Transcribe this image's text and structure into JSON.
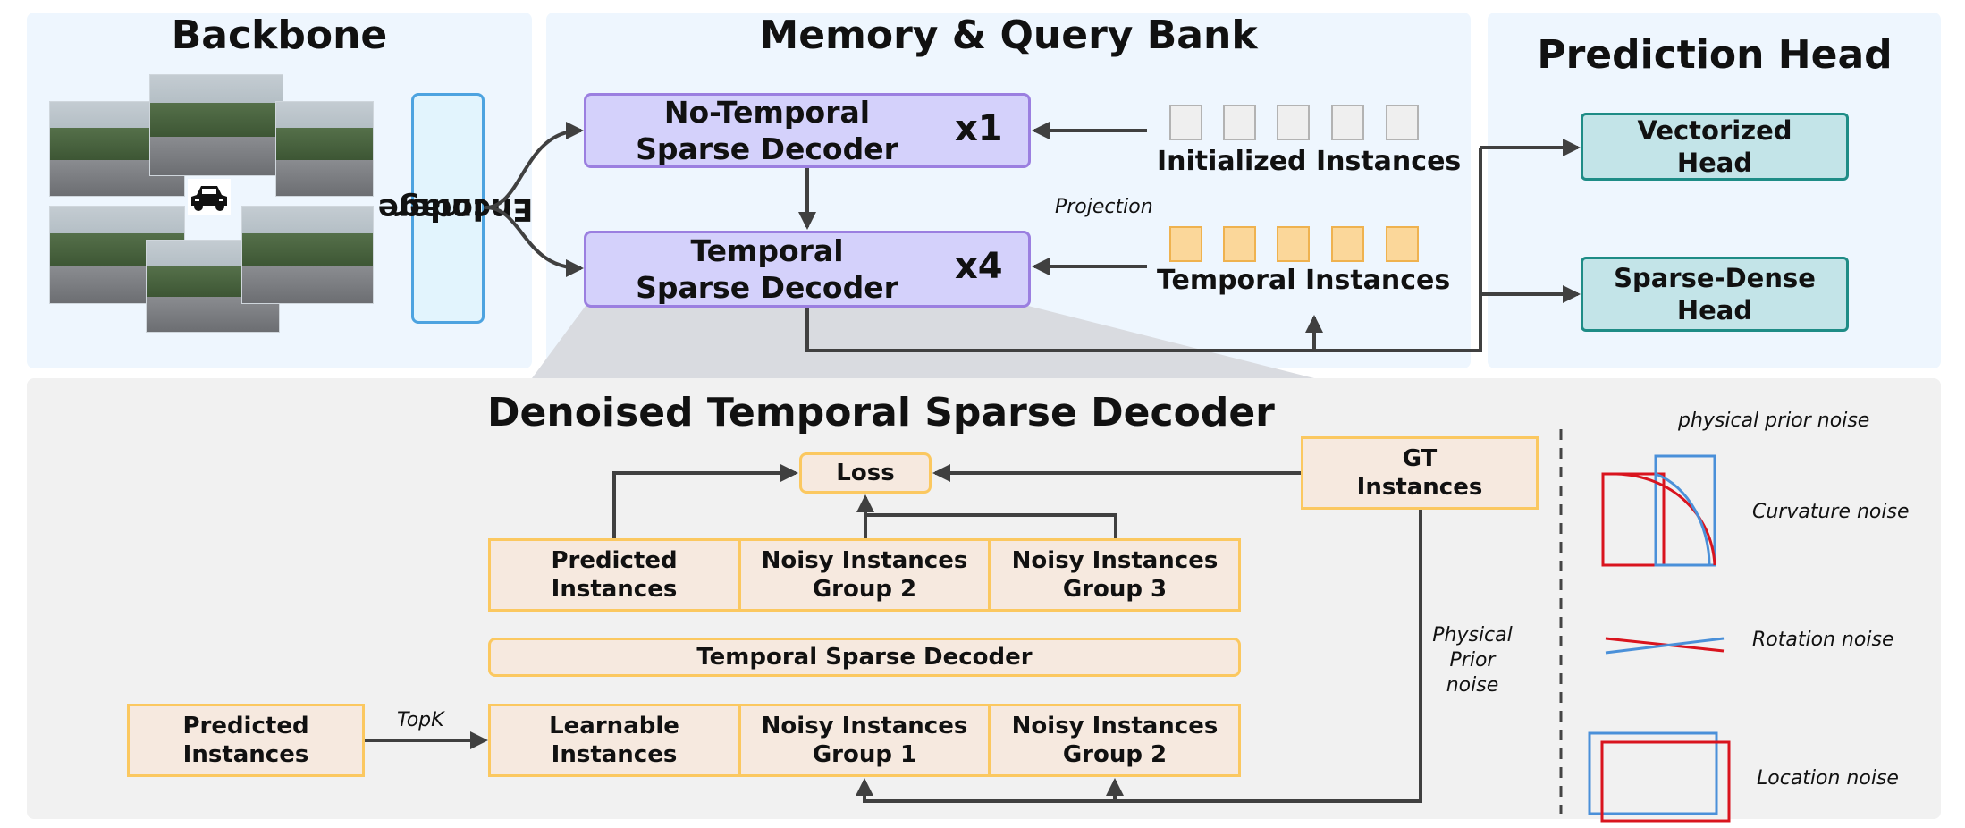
{
  "titles": {
    "backbone": "Backbone",
    "memory": "Memory & Query Bank",
    "prediction": "Prediction Head",
    "denoised": "Denoised Temporal Sparse Decoder"
  },
  "encoder": {
    "line1": "Image",
    "line2": "Encoder"
  },
  "memory": {
    "no_temporal": {
      "line1": "No-Temporal",
      "line2": "Sparse Decoder",
      "mult": "x1"
    },
    "temporal": {
      "line1": "Temporal",
      "line2": "Sparse Decoder",
      "mult": "x4"
    },
    "initialized": "Initialized Instances",
    "temporal_instances": "Temporal Instances",
    "projection": "Projection"
  },
  "heads": {
    "vectorized": {
      "line1": "Vectorized",
      "line2": "Head"
    },
    "sparse_dense": {
      "line1": "Sparse-Dense",
      "line2": "Head"
    }
  },
  "denoise": {
    "loss": "Loss",
    "gt": {
      "line1": "GT",
      "line2": "Instances"
    },
    "top_row": [
      {
        "line1": "Predicted",
        "line2": "Instances"
      },
      {
        "line1": "Noisy Instances",
        "line2": "Group 2"
      },
      {
        "line1": "Noisy Instances",
        "line2": "Group 3"
      }
    ],
    "decoder": "Temporal Sparse Decoder",
    "bottom_row": [
      {
        "line1": "Learnable",
        "line2": "Instances"
      },
      {
        "line1": "Noisy Instances",
        "line2": "Group 1"
      },
      {
        "line1": "Noisy Instances",
        "line2": "Group 2"
      }
    ],
    "predicted_left": {
      "line1": "Predicted",
      "line2": "Instances"
    },
    "topk": "TopK",
    "physical_noise": {
      "line1": "Physical",
      "line2": "Prior",
      "line3": "noise"
    }
  },
  "legend": {
    "title": "physical prior noise",
    "curvature": "Curvature noise",
    "rotation": "Rotation noise",
    "location": "Location noise"
  },
  "colors": {
    "arrow": "#404040",
    "red_noise": "#d9141e",
    "blue_noise": "#4a90d9"
  },
  "icons": {
    "car": "car-icon"
  }
}
